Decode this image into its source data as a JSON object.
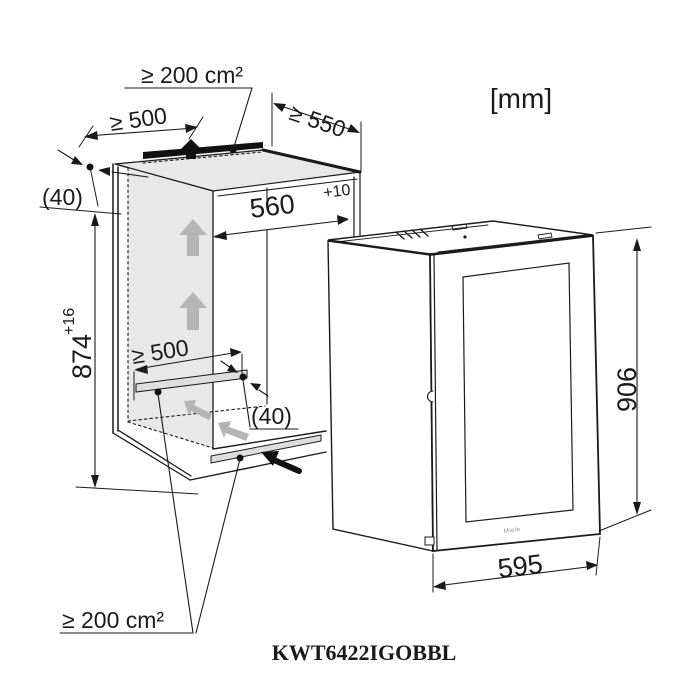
{
  "diagram": {
    "unit_label": "[mm]",
    "model": "KWT6422IGOBBL",
    "brand": "Miele",
    "niche": {
      "top_vent_area": "≥ 200 cm²",
      "top_vent_width": "≥ 500",
      "depth": "≥ 550",
      "width": "560",
      "width_tolerance": "+10",
      "height": "874",
      "height_tolerance": "+16",
      "rear_vent_width": "≥ 500",
      "top_gap": "(40)",
      "rear_gap": "(40)",
      "bottom_vent_area": "≥ 200 cm²"
    },
    "appliance": {
      "height": "906",
      "width": "595"
    },
    "colors": {
      "line": "#1a1a1a",
      "surface": "#e8e8e8",
      "vent_fill": "#dedede",
      "vent_dark": "#111111",
      "airflow": "#b5b5b5"
    }
  }
}
